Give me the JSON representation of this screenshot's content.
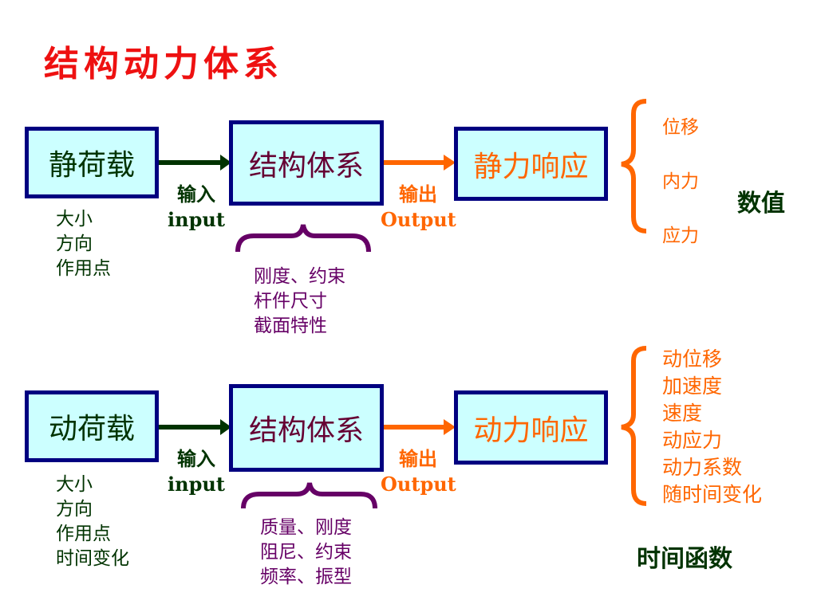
{
  "title": "结构动力体系",
  "colors": {
    "title": "#ee1111",
    "box_fill": "#ccffff",
    "box_border": "#000080",
    "load_text": "#003300",
    "system_text": "#660033",
    "response_text": "#ff6600",
    "input_arrow": "#003300",
    "output_arrow": "#ff6600",
    "property_brace": "#660066"
  },
  "static_row": {
    "load": {
      "label": "静荷载",
      "attributes": [
        "大小",
        "方向",
        "作用点"
      ]
    },
    "input_label": {
      "cn": "输入",
      "en": "input"
    },
    "system": {
      "label": "结构体系",
      "properties": [
        "刚度、约束",
        "杆件尺寸",
        "截面特性"
      ]
    },
    "output_label": {
      "cn": "输出",
      "en": "Output"
    },
    "response": {
      "label": "静力响应",
      "items": [
        "位移",
        "内力",
        "应力"
      ]
    },
    "note": "数值"
  },
  "dynamic_row": {
    "load": {
      "label": "动荷载",
      "attributes": [
        "大小",
        "方向",
        "作用点",
        "时间变化"
      ]
    },
    "input_label": {
      "cn": "输入",
      "en": "input"
    },
    "system": {
      "label": "结构体系",
      "properties": [
        "质量、刚度",
        "阻尼、约束",
        "频率、振型"
      ]
    },
    "output_label": {
      "cn": "输出",
      "en": "Output"
    },
    "response": {
      "label": "动力响应",
      "items": [
        "动位移",
        "加速度",
        "速度",
        "动应力",
        "动力系数",
        "随时间变化"
      ]
    },
    "note": "时间函数"
  }
}
